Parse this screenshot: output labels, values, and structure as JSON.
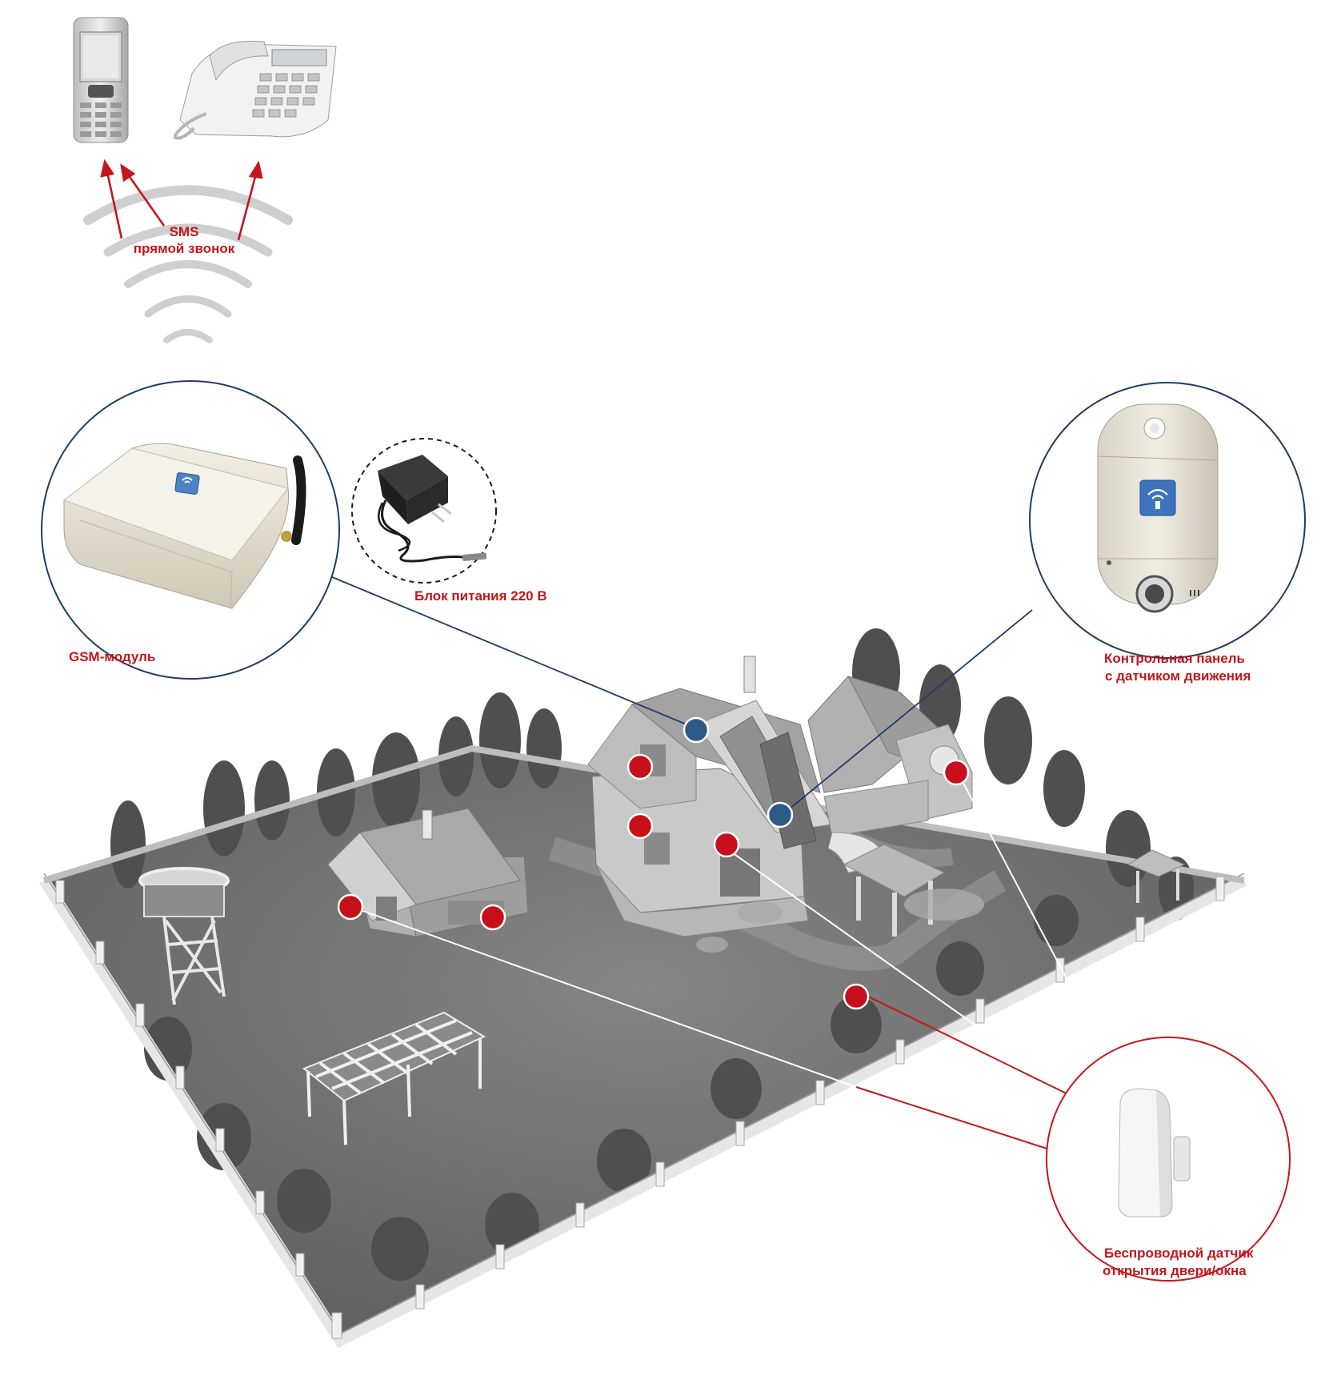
{
  "labels": {
    "sms": "SMS",
    "call": "прямой звонок",
    "gsm_module": "GSM-модуль",
    "power_supply": "Блок питания 220 В",
    "control_panel_line1": "Контрольная панель",
    "control_panel_line2": "с датчиком движения",
    "sensor_line1": "Беспроводной датчик",
    "sensor_line2": "открытия двери/окна"
  },
  "colors": {
    "accent_red": "#c4161c",
    "marker_red": "#c8101a",
    "marker_blue": "#2d5a86",
    "callout_blue": "#1f3d64",
    "lawn": "#6f6f6f",
    "fence": "#e4e4e4"
  },
  "icons": {
    "mobile_phone": "mobile-phone-icon",
    "desk_phone": "desk-phone-icon",
    "signal_waves": "signal-waves-icon",
    "gsm_module": "gsm-module-icon",
    "power_adapter": "power-adapter-icon",
    "control_panel": "control-panel-icon",
    "door_sensor": "door-sensor-icon"
  }
}
